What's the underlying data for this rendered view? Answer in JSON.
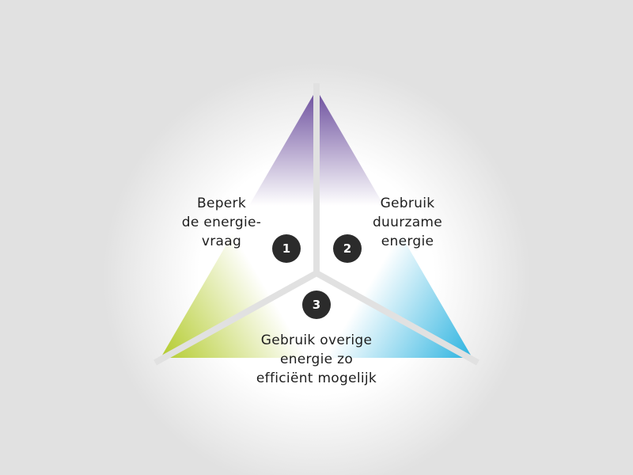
{
  "diagram": {
    "segments": [
      {
        "number": "1",
        "label": "Beperk\nde energie-\nvraag",
        "color": "#6a4c9c"
      },
      {
        "number": "2",
        "label": "Gebruik\nduurzame\nenergie",
        "color": "#2bb3e0"
      },
      {
        "number": "3",
        "label": "Gebruik overige\nenergie zo\nefficiënt mogelijk",
        "color": "#b3cb2c"
      }
    ]
  }
}
